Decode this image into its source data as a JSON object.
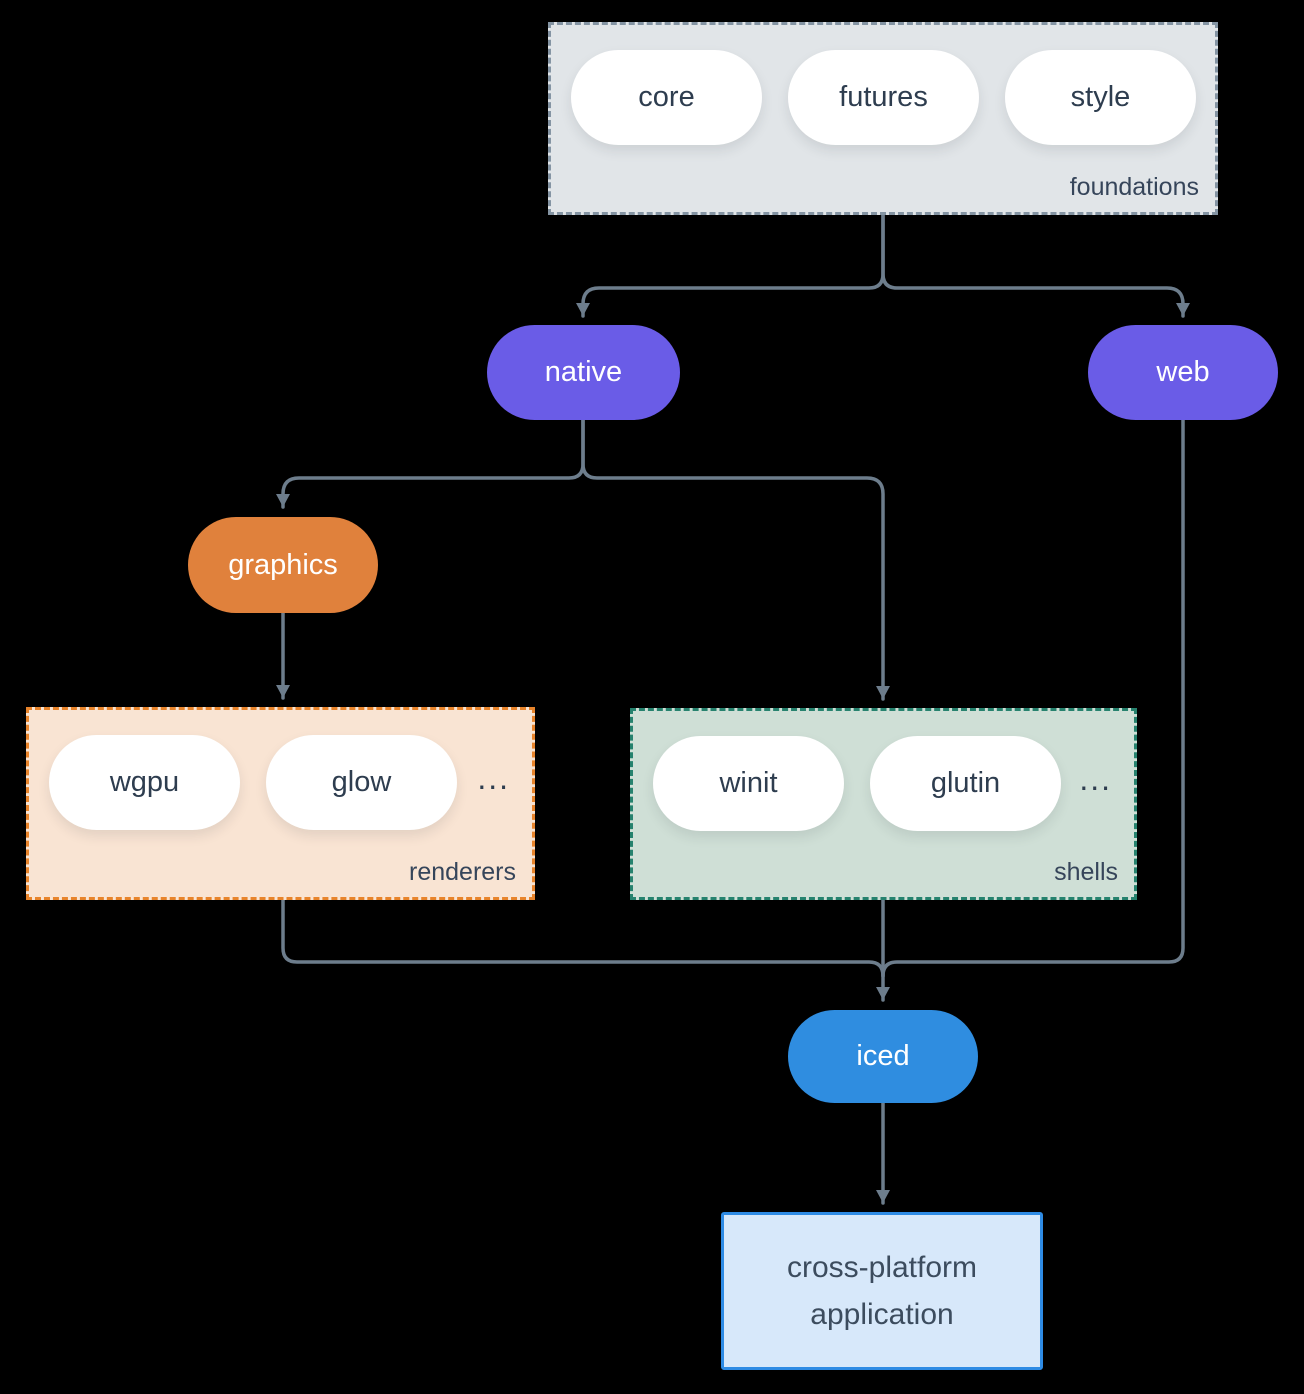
{
  "colors": {
    "background": "#000000",
    "arrow": "#6d7d8c",
    "native_web_pill": "#6a5ce7",
    "graphics_pill": "#e0813c",
    "iced_pill": "#2f8de0",
    "foundations_bg": "#e1e5e8",
    "foundations_border": "#8494a3",
    "renderers_bg": "#f9e4d3",
    "renderers_border": "#e8842b",
    "shells_bg": "#cfdfd6",
    "shells_border": "#26826e",
    "application_bg": "#d7e8fa",
    "application_border": "#2e8be4",
    "pill_text_dark": "#2e3d4f"
  },
  "groups": {
    "foundations": {
      "label": "foundations",
      "pills": [
        "core",
        "futures",
        "style"
      ]
    },
    "renderers": {
      "label": "renderers",
      "pills": [
        "wgpu",
        "glow"
      ],
      "ellipsis": "..."
    },
    "shells": {
      "label": "shells",
      "pills": [
        "winit",
        "glutin"
      ],
      "ellipsis": "..."
    }
  },
  "nodes": {
    "native": "native",
    "web": "web",
    "graphics": "graphics",
    "iced": "iced",
    "application": "cross-platform application"
  },
  "edges": [
    {
      "from": "foundations",
      "to": "native"
    },
    {
      "from": "foundations",
      "to": "web"
    },
    {
      "from": "native",
      "to": "graphics"
    },
    {
      "from": "native",
      "to": "shells"
    },
    {
      "from": "graphics",
      "to": "renderers"
    },
    {
      "from": "renderers",
      "to": "iced"
    },
    {
      "from": "shells",
      "to": "iced"
    },
    {
      "from": "web",
      "to": "iced"
    },
    {
      "from": "iced",
      "to": "application"
    }
  ]
}
